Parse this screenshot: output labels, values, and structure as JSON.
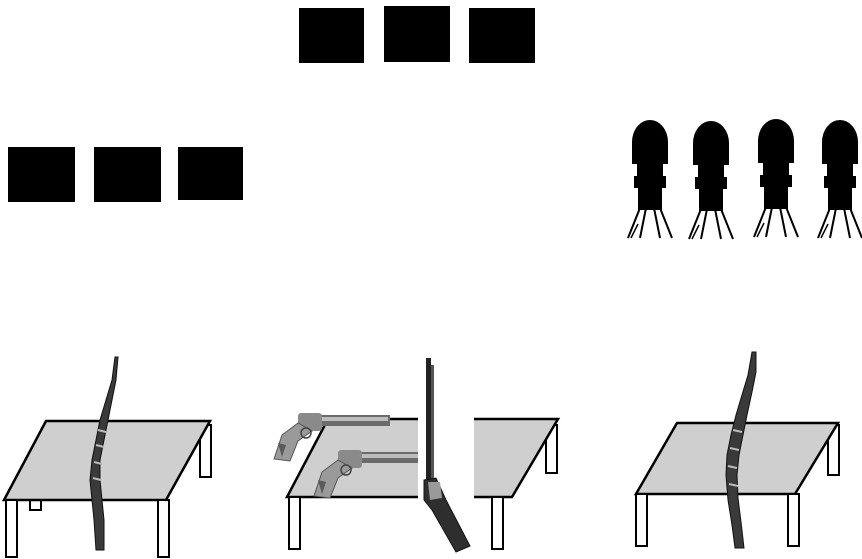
{
  "scene": {
    "background": "#ffffff",
    "target_color": "#000000",
    "table_top_color": "#cfcfcf",
    "outline_color": "#000000",
    "groups": {
      "top_squares": {
        "count": 3,
        "shape": "square-target"
      },
      "left_squares": {
        "count": 3,
        "shape": "square-target"
      },
      "right_silhouettes": {
        "count": 4,
        "shape": "tripod-silhouette-target"
      },
      "tables": [
        {
          "name": "left-table",
          "items": [
            "rifle"
          ]
        },
        {
          "name": "middle-table",
          "items": [
            "revolver",
            "revolver",
            "rifle"
          ]
        },
        {
          "name": "right-table",
          "items": [
            "rifle"
          ]
        }
      ]
    },
    "icons": [
      "square-target-icon",
      "silhouette-target-icon",
      "table-icon",
      "rifle-icon",
      "revolver-icon"
    ]
  }
}
